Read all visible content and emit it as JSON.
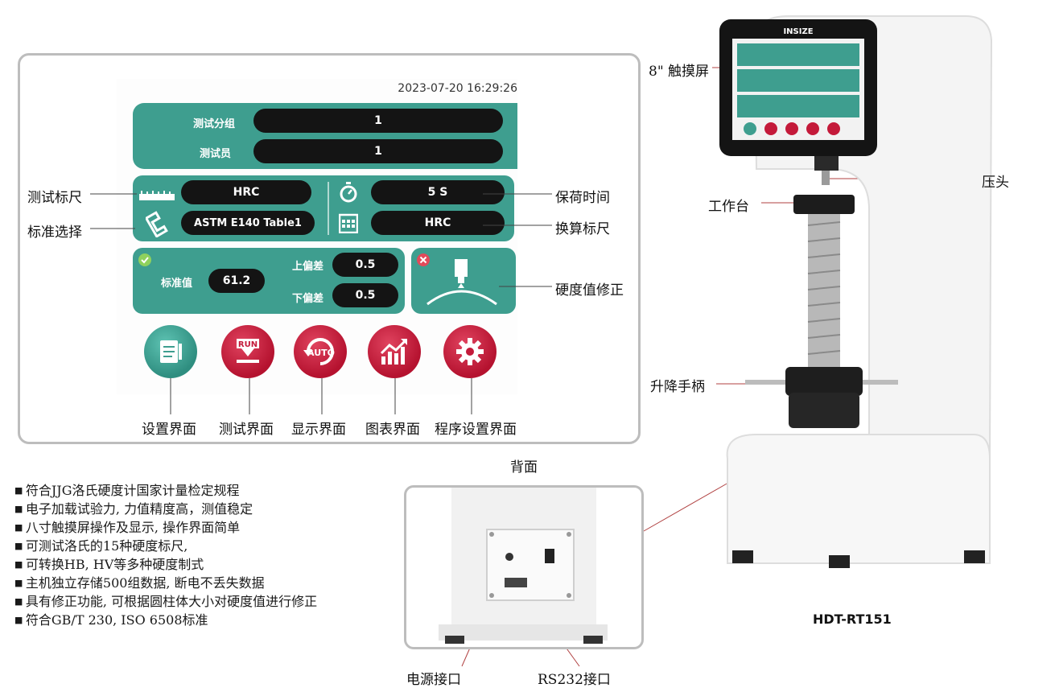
{
  "screen": {
    "datetime": "2023-07-20 16:29:26",
    "group_label": "测试分组",
    "group_value": "1",
    "operator_label": "测试员",
    "operator_value": "1",
    "scale_value": "HRC",
    "standard_value": "ASTM E140 Table1",
    "dwell_value": "5     S",
    "convert_value": "HRC",
    "std_label": "标准值",
    "std_value": "61.2",
    "upper_label": "上偏差",
    "upper_value": "0.5",
    "lower_label": "下偏差",
    "lower_value": "0.5",
    "run_text": "RUN",
    "auto_text": "AUTO"
  },
  "callouts": {
    "scale": "测试标尺",
    "standard": "标准选择",
    "dwell": "保荷时间",
    "convert": "换算标尺",
    "correction": "硬度值修正",
    "btn_settings": "设置界面",
    "btn_test": "测试界面",
    "btn_display": "显示界面",
    "btn_chart": "图表界面",
    "btn_program": "程序设置界面",
    "touchscreen": "8\" 触摸屏",
    "indenter": "压头",
    "table": "工作台",
    "handle": "升降手柄",
    "back": "背面",
    "power": "电源接口",
    "rs232": "RS232接口"
  },
  "features": [
    "符合JJG洛氏硬度计国家计量检定规程",
    "电子加载试验力, 力值精度高，测值稳定",
    "八寸触摸屏操作及显示, 操作界面简单",
    "可测试洛氏的15种硬度标尺,",
    "可转换HB, HV等多种硬度制式",
    "主机独立存储500组数据, 断电不丢失数据",
    "具有修正功能, 可根据圆柱体大小对硬度值进行修正",
    "符合GB/T  230, ISO 6508标准"
  ],
  "device": {
    "brand": "INSIZE",
    "model": "HDT-RT151"
  },
  "colors": {
    "teal": "#3e9e8f",
    "red_button": "#c41a3a",
    "pill": "#141414"
  }
}
